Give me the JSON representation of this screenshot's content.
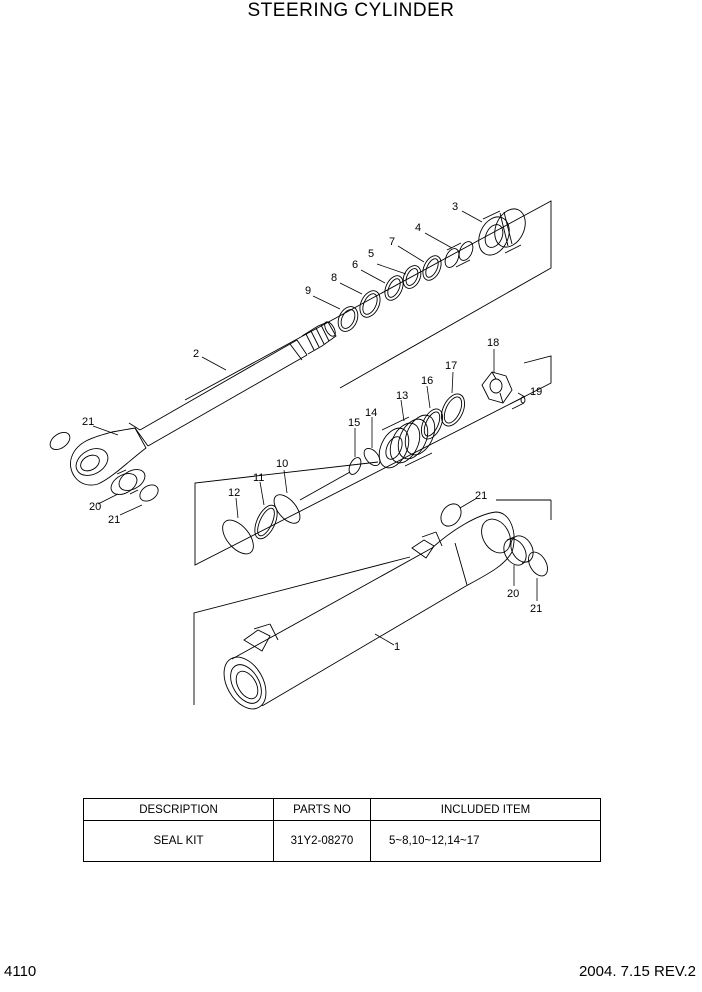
{
  "title": "STEERING CYLINDER",
  "callouts": {
    "c1": "1",
    "c2": "2",
    "c3": "3",
    "c4": "4",
    "c5": "5",
    "c6": "6",
    "c7": "7",
    "c8": "8",
    "c9": "9",
    "c10": "10",
    "c11": "11",
    "c12": "12",
    "c13": "13",
    "c14": "14",
    "c15": "15",
    "c16": "16",
    "c17": "17",
    "c18": "18",
    "c19": "19",
    "c20": "20",
    "c21": "21"
  },
  "kit_table": {
    "headers": [
      "DESCRIPTION",
      "PARTS NO",
      "INCLUDED ITEM"
    ],
    "rows": [
      [
        "SEAL KIT",
        "31Y2-08270",
        "5~8,10~12,14~17"
      ]
    ]
  },
  "footer": {
    "page_number": "4110",
    "revision": "2004. 7.15  REV.2"
  }
}
